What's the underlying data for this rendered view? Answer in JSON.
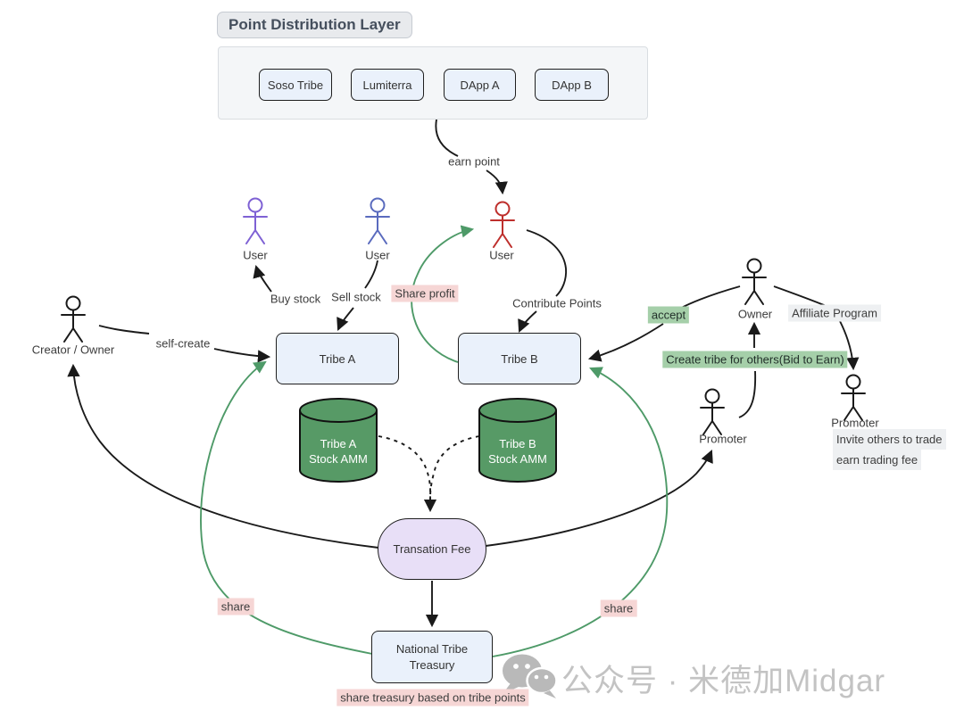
{
  "title": "Point Distribution Layer",
  "dapps": [
    "Soso Tribe",
    "Lumiterra",
    "DApp A",
    "DApp B"
  ],
  "actors": {
    "user_a": "User",
    "user_b": "User",
    "user_c": "User",
    "creator": "Creator / Owner",
    "owner": "Owner",
    "promoter_left": "Promoter",
    "promoter_right": "Promoter"
  },
  "nodes": {
    "tribe_a": "Tribe A",
    "tribe_b": "Tribe B",
    "amm_a": {
      "line1": "Tribe A",
      "line2": "Stock AMM"
    },
    "amm_b": {
      "line1": "Tribe B",
      "line2": "Stock AMM"
    },
    "transaction_fee": "Transation Fee",
    "treasury": {
      "line1": "National Tribe",
      "line2": "Treasury"
    }
  },
  "edge_labels": {
    "earn_point": "earn point",
    "buy_stock": "Buy stock",
    "sell_stock": "Sell stock",
    "share_profit": "Share profit",
    "contribute_points": "Contribute Points",
    "self_create": "self-create",
    "accept": "accept",
    "affiliate_program": "Affiliate Program",
    "create_tribe": "Create tribe for others(Bid to Earn)",
    "share_left": "share",
    "share_right": "share",
    "share_treasury": "share treasury based on tribe points",
    "invite_line1": "Invite others to trade",
    "invite_line2": "earn trading fee"
  },
  "watermark": "公众号 · 米德加Midgar",
  "colors": {
    "arrow_black": "#1a1a1a",
    "arrow_green": "#4e9a68",
    "user_purple": "#7e61d4",
    "user_blue": "#5a6bbe",
    "user_red": "#be2f2c",
    "amm_green": "#579a66",
    "node_blue": "#eaf1fb",
    "stadium_purple": "#e8dff7",
    "highlight_pink": "#f6d6d5",
    "highlight_green": "#a5cfa9",
    "label_gray": "#eef0f2",
    "watermark_gray": "#c3c3c3"
  }
}
